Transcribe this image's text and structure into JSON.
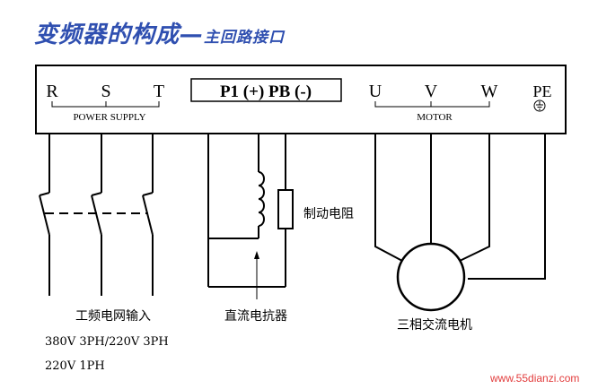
{
  "title": {
    "main": "变频器的构成—",
    "sub": "主回路接口"
  },
  "terminals": {
    "r": "R",
    "s": "S",
    "t": "T",
    "dc_box": "P1 (+) PB (-)",
    "u": "U",
    "v": "V",
    "w": "W",
    "pe": "PE"
  },
  "groups": {
    "power": "POWER SUPPLY",
    "motor": "MOTOR"
  },
  "labels": {
    "brake_resistor": "制动电阻",
    "grid_input": "工频电网输入",
    "dc_reactor": "直流电抗器",
    "motor": "三相交流电机",
    "voltage_line1": "380V  3PH/220V  3PH",
    "voltage_line2": "220V   1PH"
  },
  "watermark": "www.55dianzi.com",
  "colors": {
    "title": "#2f4fb0",
    "line": "#000000",
    "watermark": "#e23c3c"
  }
}
